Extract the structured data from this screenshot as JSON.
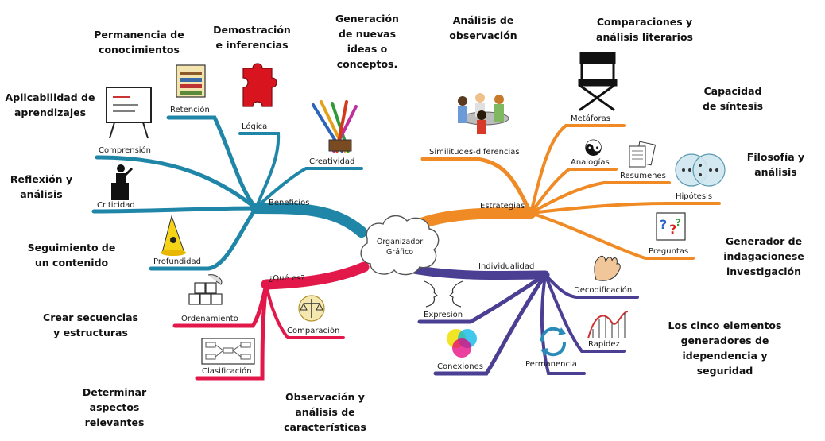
{
  "center": {
    "line1": "Organizador",
    "line2": "Gráfico"
  },
  "branches": {
    "beneficios": {
      "label": "Beneficios",
      "color": "#1f86a8",
      "leaves": [
        "Retención",
        "Lógica",
        "Creatividad",
        "Comprensión",
        "Criticidad",
        "Profundidad"
      ]
    },
    "estrategias": {
      "label": "Estrategias",
      "color": "#f08a24",
      "leaves": [
        "Similitudes-diferencias",
        "Metáforas",
        "Analogías",
        "Resumenes",
        "Hipótesis",
        "Preguntas"
      ]
    },
    "que_es": {
      "label": "¿Qué es?",
      "color": "#e2174a",
      "leaves": [
        "Ordenamiento",
        "Comparación",
        "Clasificación"
      ]
    },
    "individualidad": {
      "label": "Individualidad",
      "color": "#4a3f92",
      "leaves": [
        "Decodificación",
        "Expresión",
        "Rapidez",
        "Conexiones",
        "Permanencia"
      ]
    }
  },
  "notes": [
    "Permanencia de\nconocimientos",
    "Demostración\ne inferencias",
    "Generación\nde nuevas\nideas o\nconceptos.",
    "Análisis de\nobservación",
    "Comparaciones y\nanálisis literarios",
    "Aplicabilidad de\naprendizajes",
    "Capacidad\nde síntesis",
    "Reflexión y\nanálisis",
    "Filosofía y\nanálisis",
    "Seguimiento de\nun contenido",
    "Generador de\nindagacionese\ninvestigación",
    "Crear secuencias\ny estructuras",
    "Los cinco elementos\ngeneradores de\nidependencia y\nseguridad",
    "Determinar\naspectos\nrelevantes",
    "Observación y\nanálisis de\ncaracterísticas"
  ],
  "icons": {
    "yin_yang_symbol": "☯",
    "question_marks": "?"
  }
}
